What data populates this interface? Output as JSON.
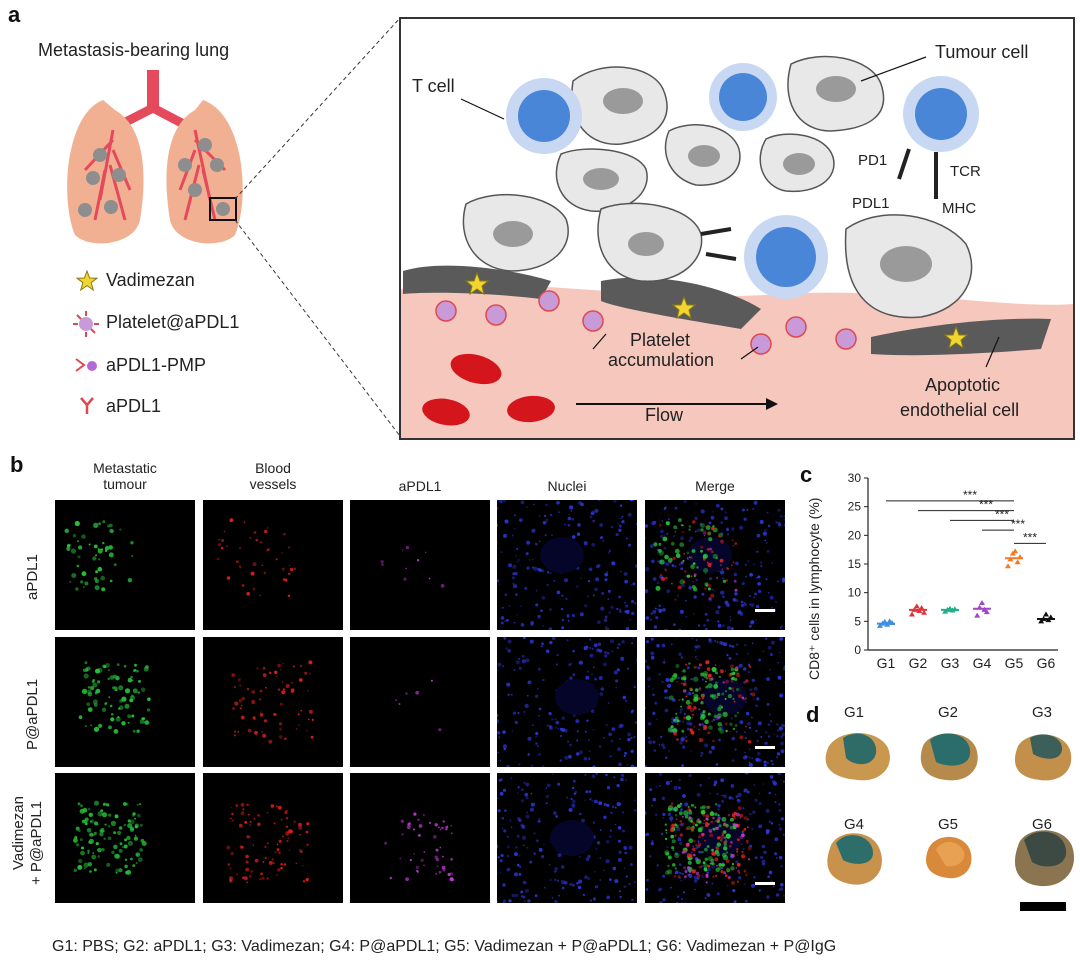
{
  "panel_a": {
    "letter": "a",
    "lung_title": "Metastasis-bearing lung",
    "legend": [
      {
        "label": "Vadimezan",
        "icon": "star-icon",
        "color": "#f2d531"
      },
      {
        "label": "Platelet@aPDL1",
        "icon": "platelet-icon",
        "color": "#c89ad8"
      },
      {
        "label": "aPDL1-PMP",
        "icon": "pmp-icon",
        "color": "#b36ad6"
      },
      {
        "label": "aPDL1",
        "icon": "antibody-icon",
        "color": "#e0484f"
      }
    ],
    "zoom_labels": {
      "t_cell": "T cell",
      "tumour_cell": "Tumour cell",
      "pd1": "PD1",
      "pdl1": "PDL1",
      "tcr": "TCR",
      "mhc": "MHC",
      "platelet_acc_1": "Platelet",
      "platelet_acc_2": "accumulation",
      "flow": "Flow",
      "apoptotic_1": "Apoptotic",
      "apoptotic_2": "endothelial cell"
    }
  },
  "panel_b": {
    "letter": "b",
    "columns": [
      "Metastatic\ntumour",
      "Blood\nvessels",
      "aPDL1",
      "Nuclei",
      "Merge"
    ],
    "column_1a": "Metastatic",
    "column_1b": "tumour",
    "column_2a": "Blood",
    "column_2b": "vessels",
    "column_3": "aPDL1",
    "column_4": "Nuclei",
    "column_5": "Merge",
    "rows": [
      "aPDL1",
      "P@aPDL1",
      "Vadimezan",
      "+ P@aPDL1"
    ]
  },
  "panel_c": {
    "letter": "c",
    "ylabel": "CD8⁺ cells in lymphocyte (%)",
    "sig": "***"
  },
  "chart_data": {
    "type": "scatter",
    "title": "",
    "xlabel": "",
    "ylabel": "CD8+ cells in lymphocyte (%)",
    "ylim": [
      0,
      30
    ],
    "yticks": [
      0,
      5,
      10,
      15,
      20,
      25,
      30
    ],
    "categories": [
      "G1",
      "G2",
      "G3",
      "G4",
      "G5",
      "G6"
    ],
    "series": [
      {
        "category": "G1",
        "color": "#3f8fe0",
        "values": [
          4.2,
          4.6,
          4.9,
          4.4,
          5.0,
          4.7
        ],
        "mean": 4.6
      },
      {
        "category": "G2",
        "color": "#e0343a",
        "values": [
          6.2,
          7.0,
          7.6,
          6.8,
          7.3,
          6.5
        ],
        "mean": 7.0
      },
      {
        "category": "G3",
        "color": "#1fae8a",
        "values": [
          6.7,
          7.0,
          7.2,
          6.9,
          7.1
        ],
        "mean": 7.0
      },
      {
        "category": "G4",
        "color": "#a046c8",
        "values": [
          6.0,
          7.4,
          8.2,
          7.0,
          6.6
        ],
        "mean": 7.2
      },
      {
        "category": "G5",
        "color": "#f07a28",
        "values": [
          14.6,
          15.8,
          16.8,
          17.2,
          15.3,
          16.2
        ],
        "mean": 16.0
      },
      {
        "category": "G6",
        "color": "#111111",
        "values": [
          5.0,
          5.4,
          6.2,
          5.2,
          5.7
        ],
        "mean": 5.4
      }
    ],
    "significance": [
      {
        "from": "G1",
        "to": "G5",
        "label": "***"
      },
      {
        "from": "G2",
        "to": "G5",
        "label": "***"
      },
      {
        "from": "G3",
        "to": "G5",
        "label": "***"
      },
      {
        "from": "G4",
        "to": "G5",
        "label": "***"
      },
      {
        "from": "G5",
        "to": "G6",
        "label": "***"
      }
    ]
  },
  "panel_d": {
    "letter": "d",
    "groups": [
      "G1",
      "G2",
      "G3",
      "G4",
      "G5",
      "G6"
    ]
  },
  "footer": "G1: PBS; G2: aPDL1; G3: Vadimezan; G4: P@aPDL1; G5: Vadimezan + P@aPDL1; G6: Vadimezan + P@IgG"
}
